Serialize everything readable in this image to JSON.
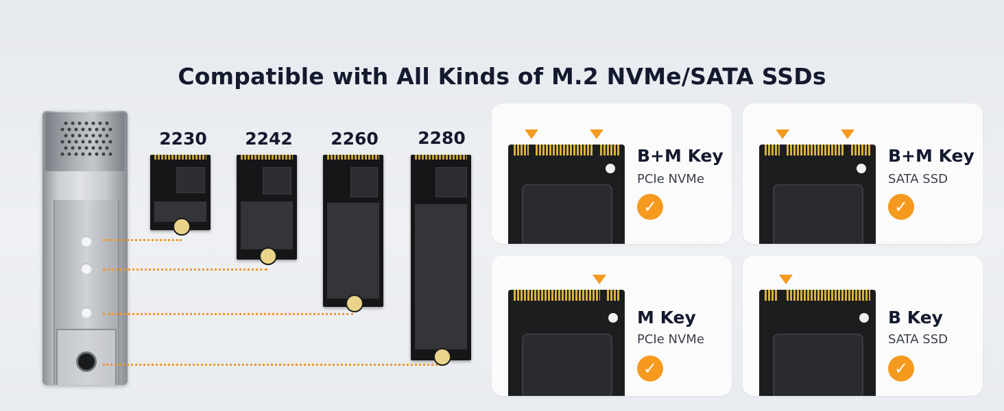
{
  "title": "Compatible with All Kinds of M.2 NVMe/SATA SSDs",
  "ssd_sizes": [
    {
      "label": "2230"
    },
    {
      "label": "2242"
    },
    {
      "label": "2260"
    },
    {
      "label": "2280"
    }
  ],
  "cards": [
    {
      "key": "B+M Key",
      "interface": "PCIe NVMe",
      "check_icon": "check-circle-icon"
    },
    {
      "key": "B+M Key",
      "interface": "SATA SSD",
      "check_icon": "check-circle-icon"
    },
    {
      "key": "M Key",
      "interface": "PCIe NVMe",
      "check_icon": "check-circle-icon"
    },
    {
      "key": "B Key",
      "interface": "SATA SSD",
      "check_icon": "check-circle-icon"
    }
  ],
  "colors": {
    "accent": "#f59a1e",
    "title": "#141a2e",
    "pcb": "#1c1d1f",
    "gold": "#d9b23d"
  }
}
